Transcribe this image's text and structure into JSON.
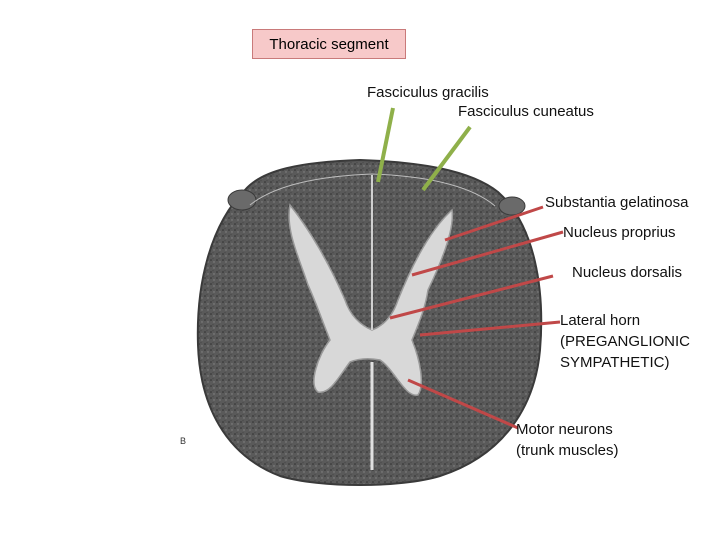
{
  "title": "Thoracic segment",
  "scale_mark": "B",
  "labels": {
    "fasciculus_gracilis": "Fasciculus gracilis",
    "fasciculus_cuneatus": "Fasciculus cuneatus",
    "substantia_gelatinosa": "Substantia gelatinosa",
    "nucleus_proprius": "Nucleus proprius",
    "nucleus_dorsalis": "Nucleus dorsalis",
    "lateral_horn_1": "Lateral horn",
    "lateral_horn_2": "(PREGANGLIONIC",
    "lateral_horn_3": "SYMPATHETIC)",
    "motor_neurons_1": "Motor neurons",
    "motor_neurons_2": "(trunk muscles)"
  },
  "colors": {
    "title_fill": "#f7c9c9",
    "title_border": "#c97a7a",
    "green_pointer": "#8fb04a",
    "red_pointer": "#c04848",
    "white_matter": "#585858",
    "gray_matter": "#d8d8d8"
  }
}
